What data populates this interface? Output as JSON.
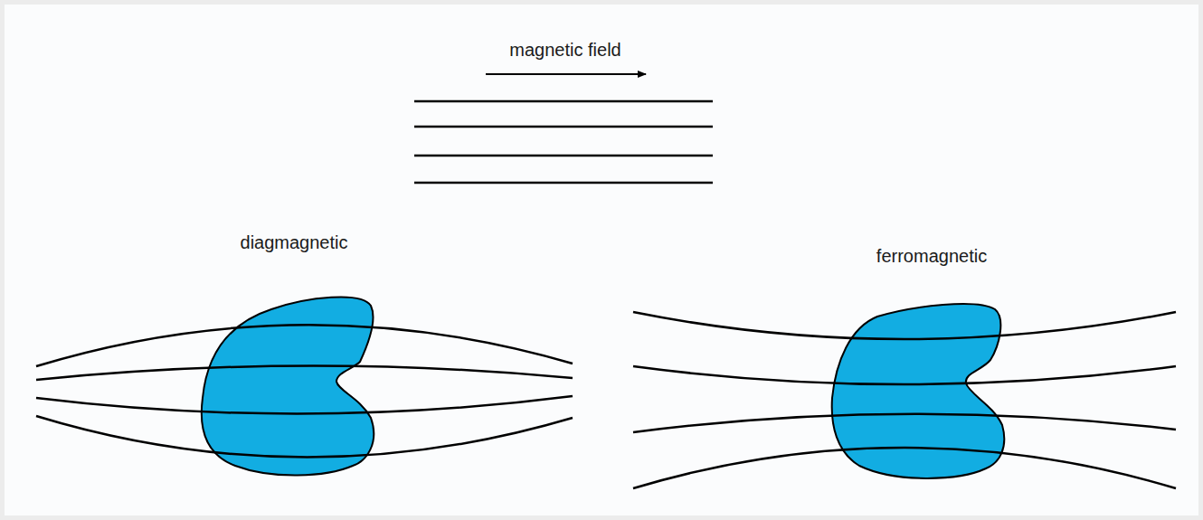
{
  "diagram": {
    "labels": [
      "magnetic field",
      "diagmagnetic",
      "ferromagnetic"
    ]
  }
}
